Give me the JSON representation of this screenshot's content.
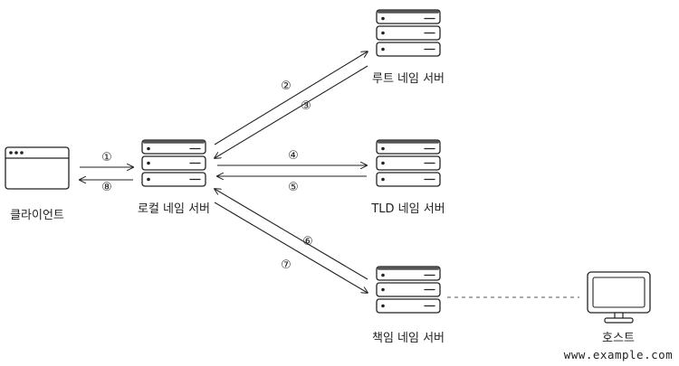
{
  "nodes": {
    "client": {
      "label": "클라이언트",
      "icon": "browser-window-icon"
    },
    "local": {
      "label": "로컬 네임 서버",
      "icon": "server-stack-icon"
    },
    "root": {
      "label": "루트 네임 서버",
      "icon": "server-stack-icon"
    },
    "tld": {
      "label": "TLD 네임 서버",
      "icon": "server-stack-icon"
    },
    "auth": {
      "label": "책임 네임 서버",
      "icon": "server-stack-icon"
    },
    "host": {
      "label": "호스트",
      "sublabel": "www.example.com",
      "icon": "monitor-icon"
    }
  },
  "steps": [
    "①",
    "②",
    "③",
    "④",
    "⑤",
    "⑥",
    "⑦",
    "⑧"
  ],
  "colors": {
    "stroke": "#222222",
    "server_top": "#555555",
    "dashed": "#555555"
  }
}
